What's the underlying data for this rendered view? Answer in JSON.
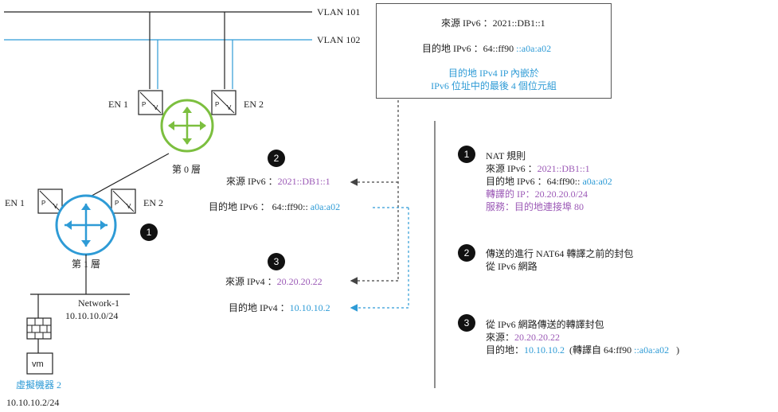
{
  "vlan": {
    "v101": "VLAN 101",
    "v102": "VLAN 102"
  },
  "routers": {
    "tier0": {
      "label": "第 0 層",
      "en1": "EN 1",
      "en2": "EN 2"
    },
    "tier1": {
      "label": "第 1 層",
      "en1": "EN 1",
      "en2": "EN 2"
    }
  },
  "switch_letters": {
    "p": "P",
    "v": "V"
  },
  "network": {
    "name": "Network-1",
    "cidr": "10.10.10.0/24"
  },
  "vm": {
    "label": "vm",
    "name": "虛擬機器 2",
    "ip": "10.10.10.2/24"
  },
  "info_box": {
    "src_label": "來源 IPv6 ：",
    "src_value": "2021::DB1::1",
    "dst_label": "目的地 IPv6 ：",
    "dst_prefix": "64::ff90",
    "dst_suffix": "::a0a:a02",
    "note_line1": "目的地 IPv4 IP  內嵌於",
    "note_line2": "IPv6  位址中的最後 4  個位元組"
  },
  "flow": {
    "badge2": "2",
    "src6_label": "來源 IPv6 ：",
    "src6_value": "2021::DB1::1",
    "dst6_label": "目的地 IPv6 ： 64::ff90::",
    "dst6_suffix": "a0a:a02",
    "badge3": "3",
    "src4_label": "來源 IPv4 ：",
    "src4_value": "20.20.20.22",
    "dst4_label": "目的地 IPv4 ：",
    "dst4_value": "10.10.10.2"
  },
  "badge_tier1": "1",
  "legend": [
    {
      "num": "1",
      "title": "NAT  規則",
      "lines": [
        {
          "label": "來源 IPv6 ：",
          "value": "2021::DB1::1",
          "color": "purple"
        },
        {
          "label": "目的地 IPv6 ：64:ff90::",
          "value": "a0a:a02",
          "color": "blue"
        },
        {
          "label": "",
          "value": "轉譯的 IP：20.20.20.0/24",
          "color": "purple"
        },
        {
          "label": "",
          "value": "服務：目的地連接埠 80",
          "color": "purple"
        }
      ]
    },
    {
      "num": "2",
      "title": "傳送的進行 NAT64   轉譯之前的封包",
      "lines": [
        {
          "label": "從 IPv6   網路",
          "value": "",
          "color": "dark"
        }
      ]
    },
    {
      "num": "3",
      "title": "從 IPv6   網路傳送的轉譯封包",
      "lines": [
        {
          "label": "來源：",
          "value": "20.20.20.22",
          "color": "purple"
        },
        {
          "label": "目的地：",
          "value": "10.10.10.2",
          "color": "blue"
        }
      ],
      "trail_label": "  (轉譯自 64:ff90",
      "trail_value": " ::a0a:a02",
      "trail_end": "   )"
    }
  ],
  "colors": {
    "purple": "#9b59b6",
    "blue": "#2e9bd6",
    "green": "#7cbf3f",
    "router_blue": "#2e9bd6"
  }
}
